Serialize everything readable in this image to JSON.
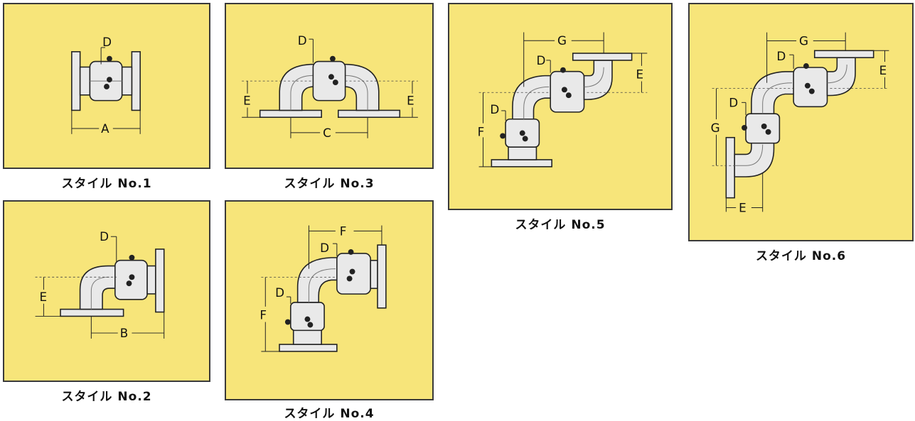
{
  "colors": {
    "panel_background": "#f7e57a",
    "panel_border": "#3a3a3a"
  },
  "styles": [
    {
      "caption": "スタイル No.1",
      "dims": {
        "a": "A",
        "d": "D"
      }
    },
    {
      "caption": "スタイル No.2",
      "dims": {
        "b": "B",
        "d": "D",
        "e": "E"
      }
    },
    {
      "caption": "スタイル No.3",
      "dims": {
        "c": "C",
        "d": "D",
        "e": "E"
      }
    },
    {
      "caption": "スタイル No.4",
      "dims": {
        "d": "D",
        "f": "F"
      }
    },
    {
      "caption": "スタイル No.5",
      "dims": {
        "d": "D",
        "e": "E",
        "f": "F",
        "g": "G"
      }
    },
    {
      "caption": "スタイル No.6",
      "dims": {
        "d": "D",
        "e": "E",
        "g": "G"
      }
    }
  ]
}
